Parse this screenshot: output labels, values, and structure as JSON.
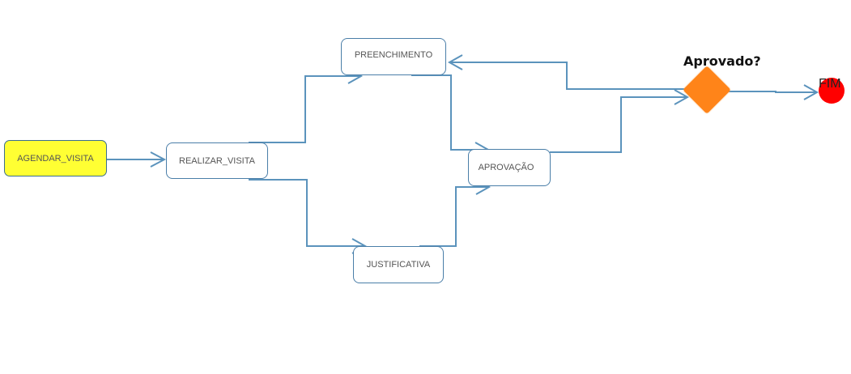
{
  "diagram": {
    "nodes": {
      "agendar_visita": "AGENDAR_VISITA",
      "realizar_visita": "REALIZAR_VISITA",
      "preenchimento": "PREENCHIMENTO",
      "justificativa": "JUSTIFICATIVA",
      "aprovacao": "APROVAÇÃO",
      "gateway": "Aprovado?",
      "end": "FIM"
    },
    "colors": {
      "edge": "#5b93bc",
      "start_fill": "#ffff33",
      "gateway_fill": "#ff8419",
      "end_fill": "#ff0000"
    }
  }
}
